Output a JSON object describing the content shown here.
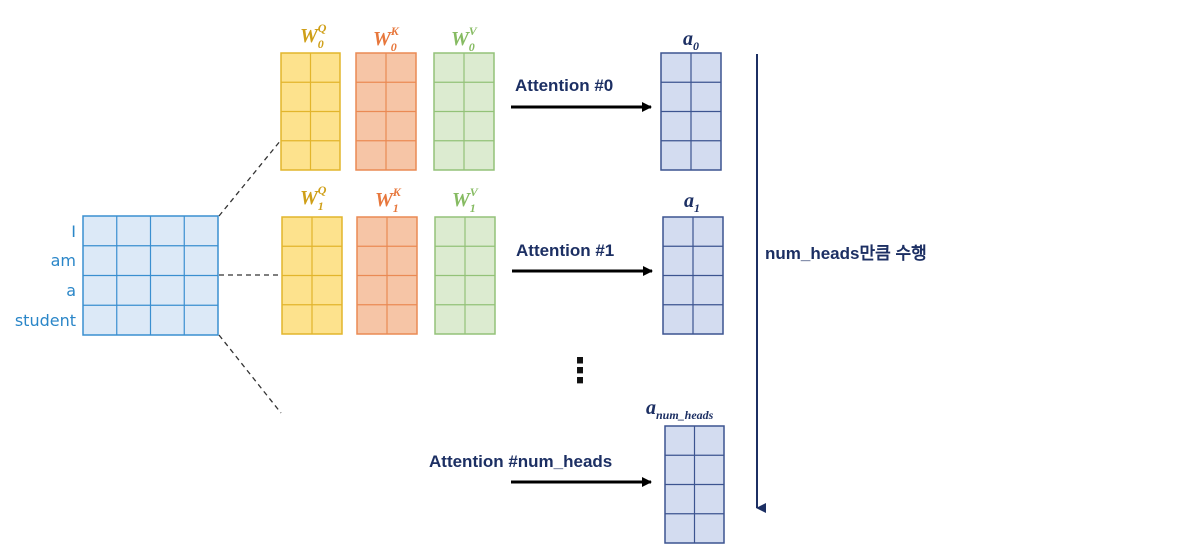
{
  "colors": {
    "input_fill": "#dce9f7",
    "input_stroke": "#3a8fd0",
    "input_text": "#2a86c8",
    "q_fill": "#fde28d",
    "q_stroke": "#e2b52c",
    "q_text": "#cf9f18",
    "k_fill": "#f6c5a6",
    "k_stroke": "#ea8a54",
    "k_text": "#e7773c",
    "v_fill": "#dcebd0",
    "v_stroke": "#93c278",
    "v_text": "#86bb62",
    "out_fill": "#d3dcf0",
    "out_stroke": "#3c5490",
    "out_text": "#1c2f63",
    "arrow": "#000000",
    "timeline": "#1c2f63",
    "dash": "#333333"
  },
  "input": {
    "words": [
      "I",
      "am",
      "a",
      "student"
    ]
  },
  "heads": [
    {
      "w_q": {
        "base": "W",
        "sub": "0",
        "sup": "Q"
      },
      "w_k": {
        "base": "W",
        "sub": "0",
        "sup": "K"
      },
      "w_v": {
        "base": "W",
        "sub": "0",
        "sup": "V"
      },
      "attention_label": "Attention #0",
      "output": {
        "base": "a",
        "sub": "0"
      }
    },
    {
      "w_q": {
        "base": "W",
        "sub": "1",
        "sup": "Q"
      },
      "w_k": {
        "base": "W",
        "sub": "1",
        "sup": "K"
      },
      "w_v": {
        "base": "W",
        "sub": "1",
        "sup": "V"
      },
      "attention_label": "Attention #1",
      "output": {
        "base": "a",
        "sub": "1"
      }
    }
  ],
  "last_head": {
    "attention_label": "Attention #num_heads",
    "output": {
      "base": "a",
      "sub": "num_heads"
    }
  },
  "ellipsis": "⋮",
  "repeat_label": "num_heads만큼 수행"
}
